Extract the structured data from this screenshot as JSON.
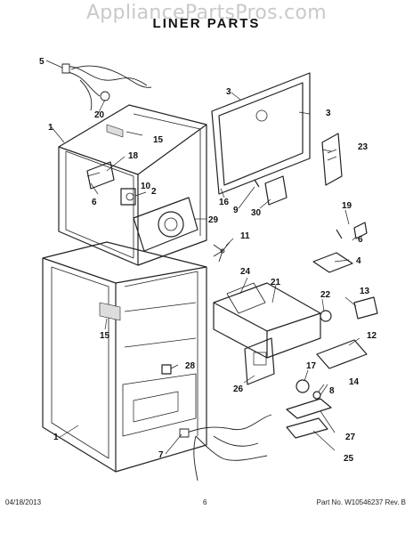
{
  "header": {
    "watermark": "AppliancePartsPros.com",
    "title": "LINER PARTS"
  },
  "callouts": [
    "1",
    "1",
    "2",
    "3",
    "3",
    "4",
    "5",
    "6",
    "6",
    "7",
    "8",
    "9",
    "10",
    "11",
    "12",
    "13",
    "14",
    "15",
    "15",
    "16",
    "17",
    "18",
    "19",
    "20",
    "21",
    "22",
    "23",
    "24",
    "25",
    "26",
    "27",
    "28",
    "29",
    "30"
  ],
  "footer": {
    "date": "04/18/2013",
    "page": "6",
    "part_no": "Part No. W10546237 Rev. B"
  }
}
